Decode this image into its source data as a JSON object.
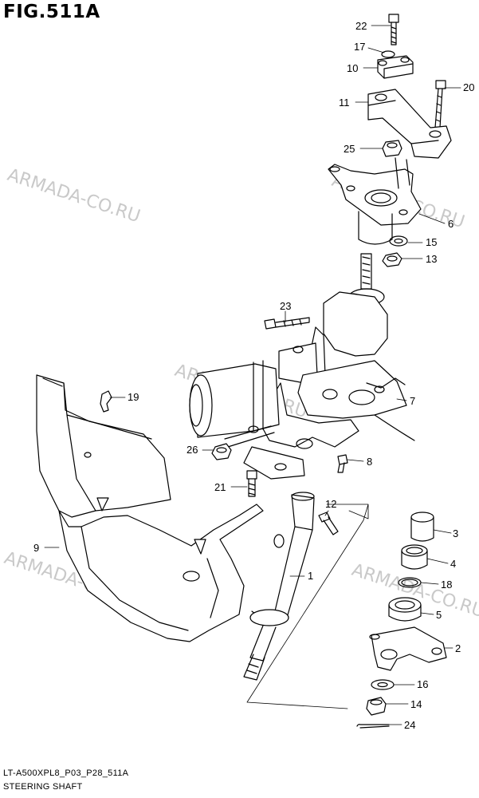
{
  "figure": {
    "title": "FIG.511A"
  },
  "footer": {
    "code": "LT-A500XPL8_P03_P28_511A",
    "name": "STEERING SHAFT"
  },
  "watermark": {
    "text": "ARMADA-CO.RU"
  },
  "callouts": [
    {
      "id": "c22",
      "label": "22"
    },
    {
      "id": "c17",
      "label": "17"
    },
    {
      "id": "c10",
      "label": "10"
    },
    {
      "id": "c20",
      "label": "20"
    },
    {
      "id": "c11",
      "label": "11"
    },
    {
      "id": "c25",
      "label": "25"
    },
    {
      "id": "c6",
      "label": "6"
    },
    {
      "id": "c15",
      "label": "15"
    },
    {
      "id": "c13",
      "label": "13"
    },
    {
      "id": "c23",
      "label": "23"
    },
    {
      "id": "c7",
      "label": "7"
    },
    {
      "id": "c19",
      "label": "19"
    },
    {
      "id": "c26",
      "label": "26"
    },
    {
      "id": "c8",
      "label": "8"
    },
    {
      "id": "c21",
      "label": "21"
    },
    {
      "id": "c12",
      "label": "12"
    },
    {
      "id": "c3",
      "label": "3"
    },
    {
      "id": "c9",
      "label": "9"
    },
    {
      "id": "c4",
      "label": "4"
    },
    {
      "id": "c1",
      "label": "1"
    },
    {
      "id": "c18",
      "label": "18"
    },
    {
      "id": "c5",
      "label": "5"
    },
    {
      "id": "c2",
      "label": "2"
    },
    {
      "id": "c16",
      "label": "16"
    },
    {
      "id": "c14",
      "label": "14"
    },
    {
      "id": "c24",
      "label": "24"
    }
  ],
  "colors": {
    "line": "#000000",
    "watermark": "#c9c9c9"
  }
}
